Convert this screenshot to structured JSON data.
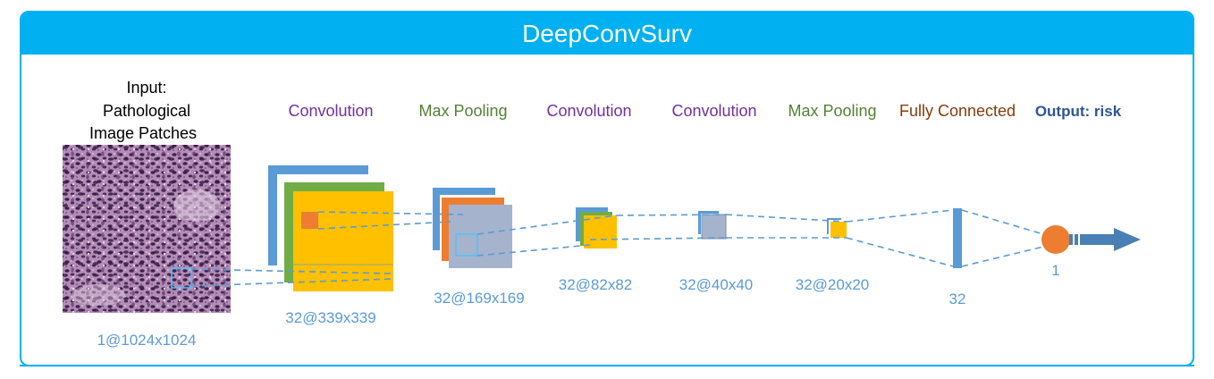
{
  "title": "DeepConvSurv",
  "input": {
    "label_lines": [
      "Input:",
      "Pathological",
      "Image Patches"
    ],
    "size": "1@1024x1024"
  },
  "layers": [
    {
      "name": "Convolution",
      "type": "conv",
      "size": "32@339x339"
    },
    {
      "name": "Max Pooling",
      "type": "pool",
      "size": "32@169x169"
    },
    {
      "name": "Convolution",
      "type": "conv",
      "size": "32@82x82"
    },
    {
      "name": "Convolution",
      "type": "conv",
      "size": "32@40x40"
    },
    {
      "name": "Max Pooling",
      "type": "pool",
      "size": "32@20x20"
    },
    {
      "name": "Fully Connected",
      "type": "fc",
      "size": "32"
    },
    {
      "name": "Output: risk",
      "type": "output",
      "size": "1"
    }
  ],
  "colors": {
    "banner": "#00b0f0",
    "conv_label": "#7030a0",
    "pool_label": "#548235",
    "fc_label": "#843c0c",
    "output_label": "#2f5597",
    "size_label": "#5b9bd5",
    "blue": "#5b9bd5",
    "green": "#70ad47",
    "orange": "#ed7d31",
    "yellow": "#ffc000",
    "gray": "#a5b4cc",
    "cyan": "#4fc3f7",
    "arrow": "#4a7fb5"
  }
}
